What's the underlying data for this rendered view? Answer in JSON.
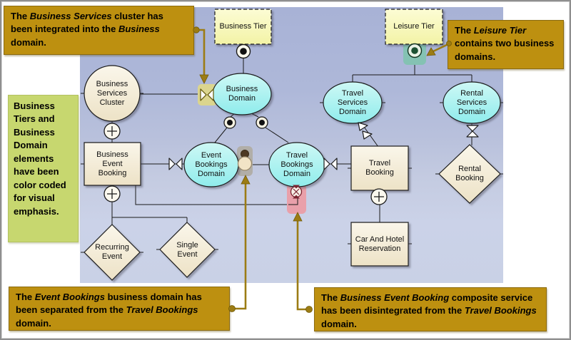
{
  "colors": {
    "callout_gold": "#BD9010",
    "callout_green": "#C7D76F",
    "highlight_yellow": "#DBD58E",
    "highlight_gray": "#B1AEA8",
    "highlight_pink": "#E9A0AA",
    "highlight_teal": "#84C2B3",
    "domain_cyan": "#A0EFEE",
    "node_cream": "#F5EEDB",
    "tier_yellow": "#FAFAC0",
    "connector_brown": "#9C7C14"
  },
  "icons": {
    "provided-interface-icon": "circle-with-filled-dot",
    "integration-bowtie-icon": "two-facing-triangles",
    "composition-plus-icon": "circle-with-plus",
    "separation-person-icon": "small-dark-circle-over-beige-circle",
    "disintegration-icon": "circle-with-x-and-arrowheads",
    "decomposition-hourglass-icon": "vertical-bowtie",
    "consumes-zigzag-icon": "offset-triangles-lightning",
    "callout-pointer-icon": "brown-arrowhead",
    "callout-anchor-icon": "brown-dot"
  },
  "callouts": {
    "business_services": {
      "segments": [
        {
          "text": "The "
        },
        {
          "text": "Business Services",
          "italic": true
        },
        {
          "text": " cluster has been integrated into the "
        },
        {
          "text": "Business",
          "italic": true
        },
        {
          "text": " domain."
        }
      ]
    },
    "color_coding": {
      "text": "Business Tiers and Business Domain elements have been color coded for visual emphasis."
    },
    "leisure_tier": {
      "segments": [
        {
          "text": "The "
        },
        {
          "text": "Leisure Tier",
          "italic": true
        },
        {
          "text": " contains two business domains."
        }
      ]
    },
    "event_bookings": {
      "segments": [
        {
          "text": "The "
        },
        {
          "text": "Event Bookings",
          "italic": true
        },
        {
          "text": " business domain has been separated from the "
        },
        {
          "text": "Travel Bookings",
          "italic": true
        },
        {
          "text": " domain."
        }
      ]
    },
    "business_event_booking": {
      "segments": [
        {
          "text": "The "
        },
        {
          "text": "Business Event Booking",
          "italic": true
        },
        {
          "text": " composite service has been disintegrated from the "
        },
        {
          "text": "Travel Bookings",
          "italic": true
        },
        {
          "text": " domain."
        }
      ]
    }
  },
  "nodes": {
    "business_tier": {
      "label": "Business Tier"
    },
    "leisure_tier": {
      "label": "Leisure Tier"
    },
    "business_services_cluster": {
      "label": "Business Services Cluster"
    },
    "business_domain": {
      "label": "Business Domain"
    },
    "event_bookings_domain": {
      "label": "Event Bookings Domain"
    },
    "travel_bookings_domain": {
      "label": "Travel Bookings Domain"
    },
    "travel_services_domain": {
      "label": "Travel Services Domain"
    },
    "rental_services_domain": {
      "label": "Rental Services Domain"
    },
    "business_event_booking": {
      "label": "Business Event Booking"
    },
    "travel_booking": {
      "label": "Travel Booking"
    },
    "car_and_hotel_reservation": {
      "label": "Car And Hotel Reservation"
    },
    "rental_booking": {
      "label": "Rental Booking"
    },
    "recurring_event": {
      "label": "Recurring Event"
    },
    "single_event": {
      "label": "Single Event"
    }
  }
}
